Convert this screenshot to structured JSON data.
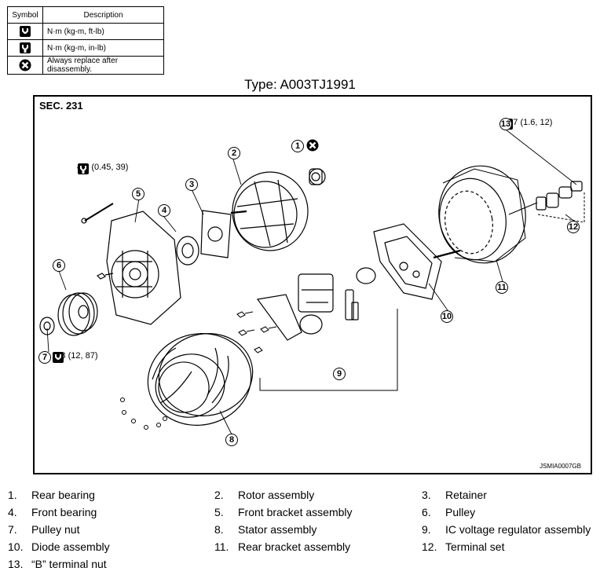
{
  "legend": {
    "header_symbol": "Symbol",
    "header_description": "Description",
    "rows": [
      {
        "icon": "torque-wrench-icon",
        "description": "N·m (kg-m, ft-lb)"
      },
      {
        "icon": "torque-wrench-small-icon",
        "description": "N·m (kg-m, in-lb)"
      },
      {
        "icon": "always-replace-icon",
        "description": "Always replace after disassembly."
      }
    ]
  },
  "type_title": "Type: A003TJ1991",
  "diagram": {
    "section": "SEC. 231",
    "figure_code": "JSMIA0007GB",
    "torques": {
      "t13": "15.7 (1.6, 12)",
      "t4": "4.4 (0.45, 39)",
      "t7": "118 (12, 87)"
    },
    "callouts": [
      "1",
      "2",
      "3",
      "4",
      "5",
      "6",
      "7",
      "8",
      "9",
      "10",
      "11",
      "12",
      "13"
    ]
  },
  "parts": [
    {
      "num": "1.",
      "name": "Rear bearing"
    },
    {
      "num": "2.",
      "name": "Rotor assembly"
    },
    {
      "num": "3.",
      "name": "Retainer"
    },
    {
      "num": "4.",
      "name": "Front bearing"
    },
    {
      "num": "5.",
      "name": "Front bracket assembly"
    },
    {
      "num": "6.",
      "name": "Pulley"
    },
    {
      "num": "7.",
      "name": "Pulley nut"
    },
    {
      "num": "8.",
      "name": "Stator assembly"
    },
    {
      "num": "9.",
      "name": "IC voltage regulator assembly"
    },
    {
      "num": "10.",
      "name": "Diode assembly"
    },
    {
      "num": "11.",
      "name": "Rear bracket assembly"
    },
    {
      "num": "12.",
      "name": "Terminal set"
    },
    {
      "num": "13.",
      "name": "“B” terminal nut"
    }
  ]
}
